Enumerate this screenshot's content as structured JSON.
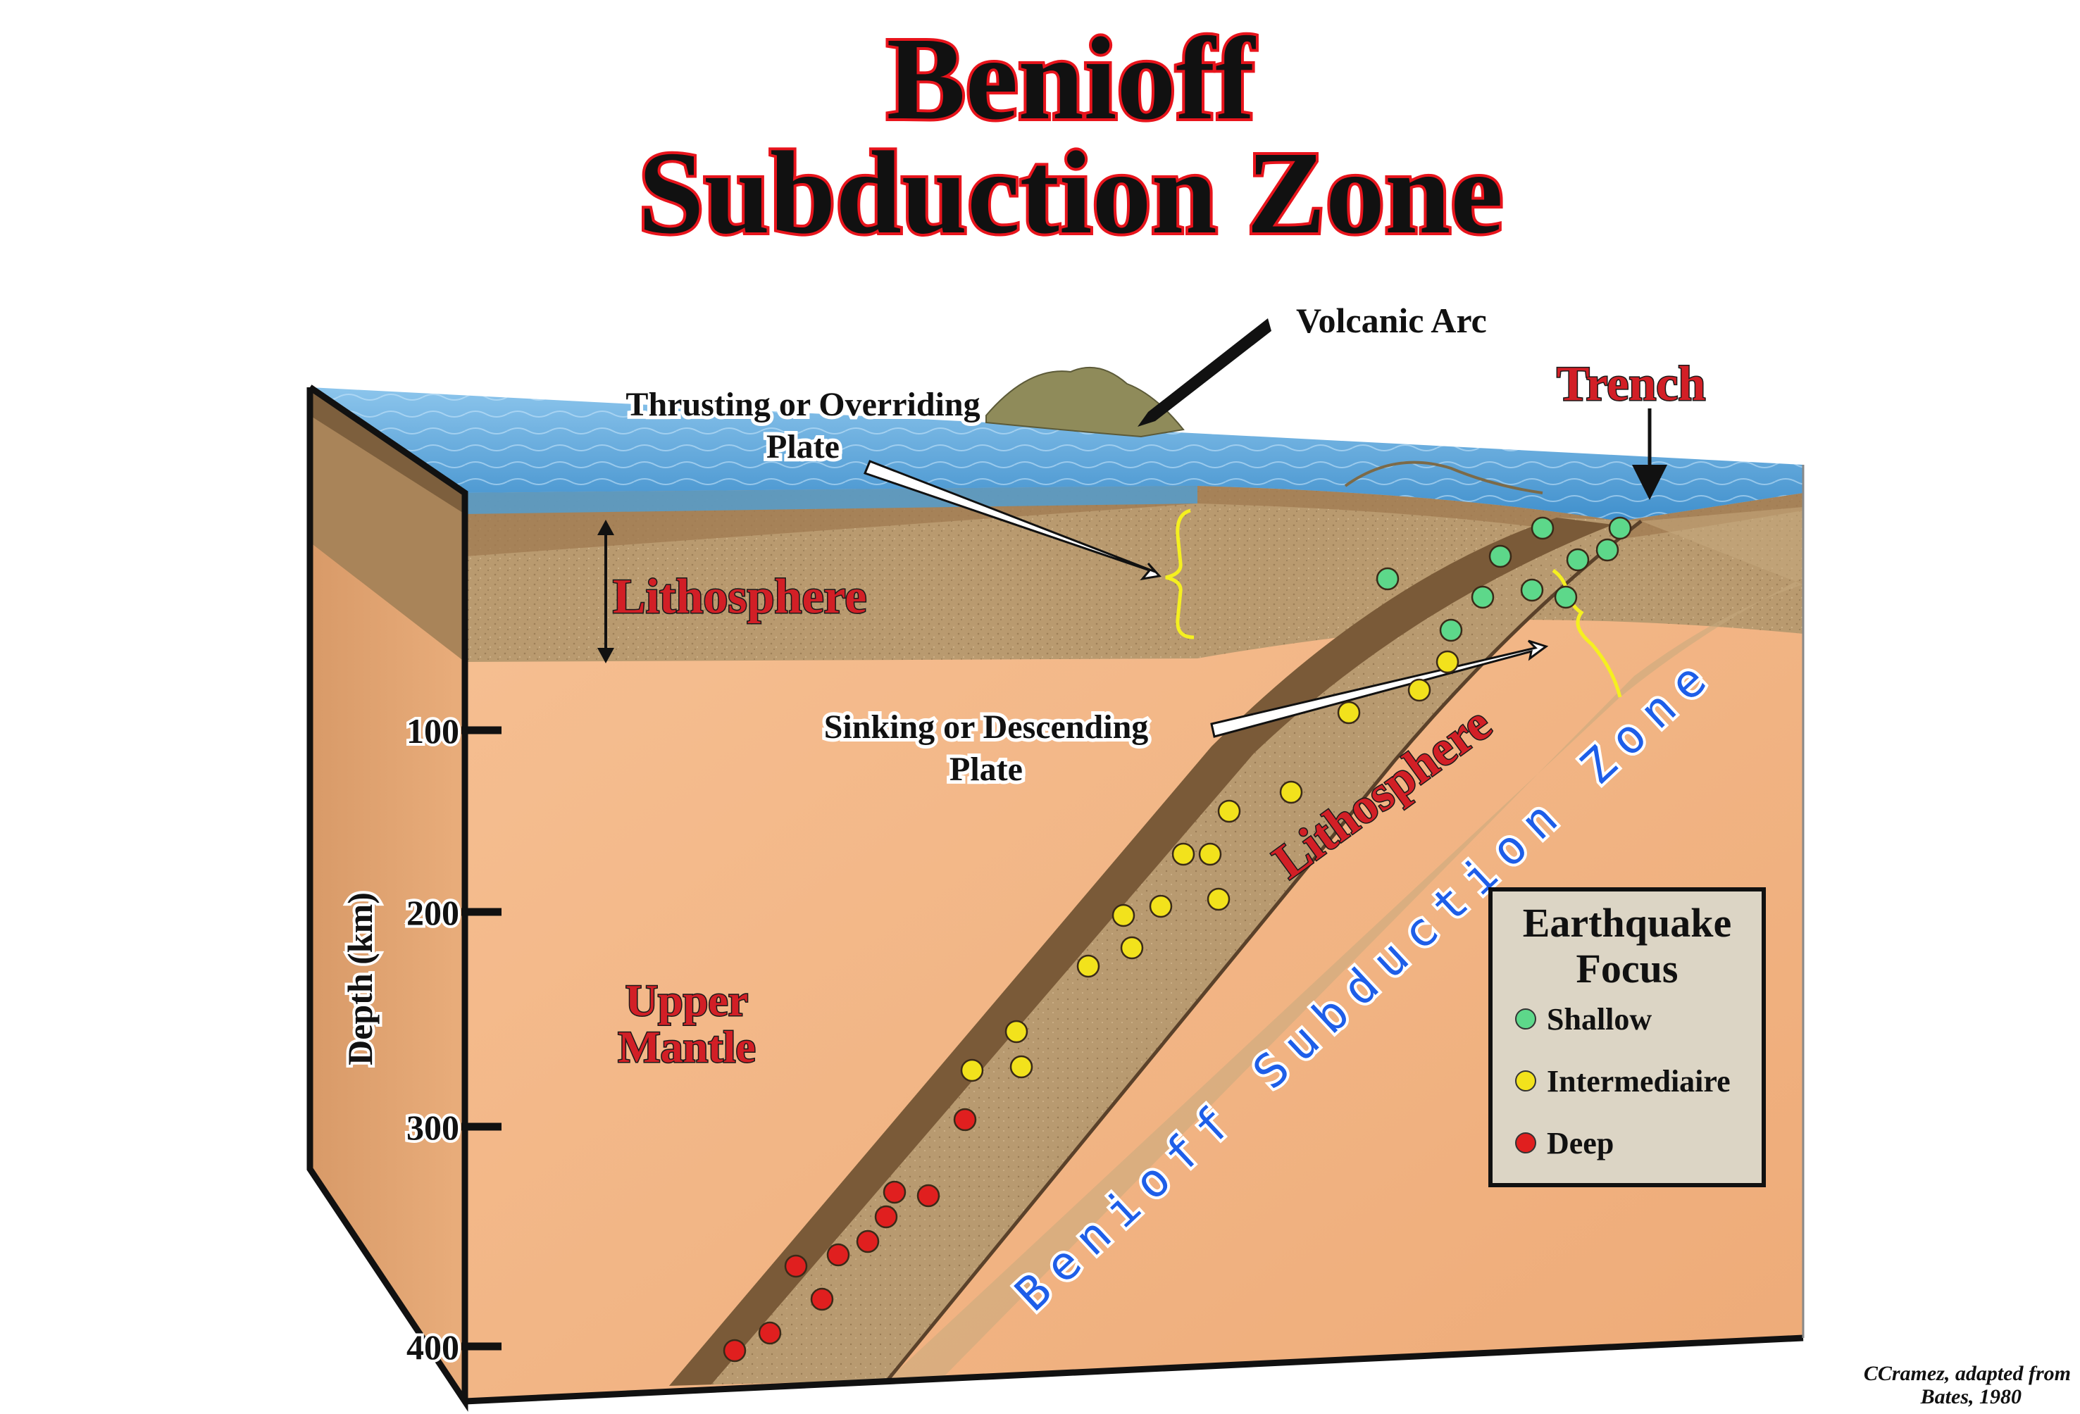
{
  "title": {
    "line1": "Benioff",
    "line2": "Subduction Zone"
  },
  "labels": {
    "volcanic_arc": "Volcanic Arc",
    "trench": "Trench",
    "overriding_line1": "Thrusting or Overriding",
    "overriding_line2": "Plate",
    "lithosphere_upper": "Lithosphere",
    "sinking_line1": "Sinking or Descending",
    "sinking_line2": "Plate",
    "lithosphere_slab": "Lithosphere",
    "upper_mantle_line1": "Upper",
    "upper_mantle_line2": "Mantle",
    "benioff_zone": "Benioff Subduction Zone"
  },
  "depth_axis": {
    "label": "Depth (km)",
    "ticks": [
      "100",
      "200",
      "300",
      "400"
    ]
  },
  "legend": {
    "title_line1": "Earthquake",
    "title_line2": "Focus",
    "items": [
      {
        "label": "Shallow",
        "color": "#5dd88a"
      },
      {
        "label": "Intermediaire",
        "color": "#f2e21c"
      },
      {
        "label": "Deep",
        "color": "#e01f1f"
      }
    ]
  },
  "credit": {
    "line1": "CCramez, adapted from",
    "line2": "Bates, 1980"
  },
  "colors": {
    "ocean": "#4f9fd6",
    "lithosphere": "#b99a6f",
    "mantle": "#f2b585",
    "slab": "#8a6a45",
    "bracket": "#f5f020"
  }
}
